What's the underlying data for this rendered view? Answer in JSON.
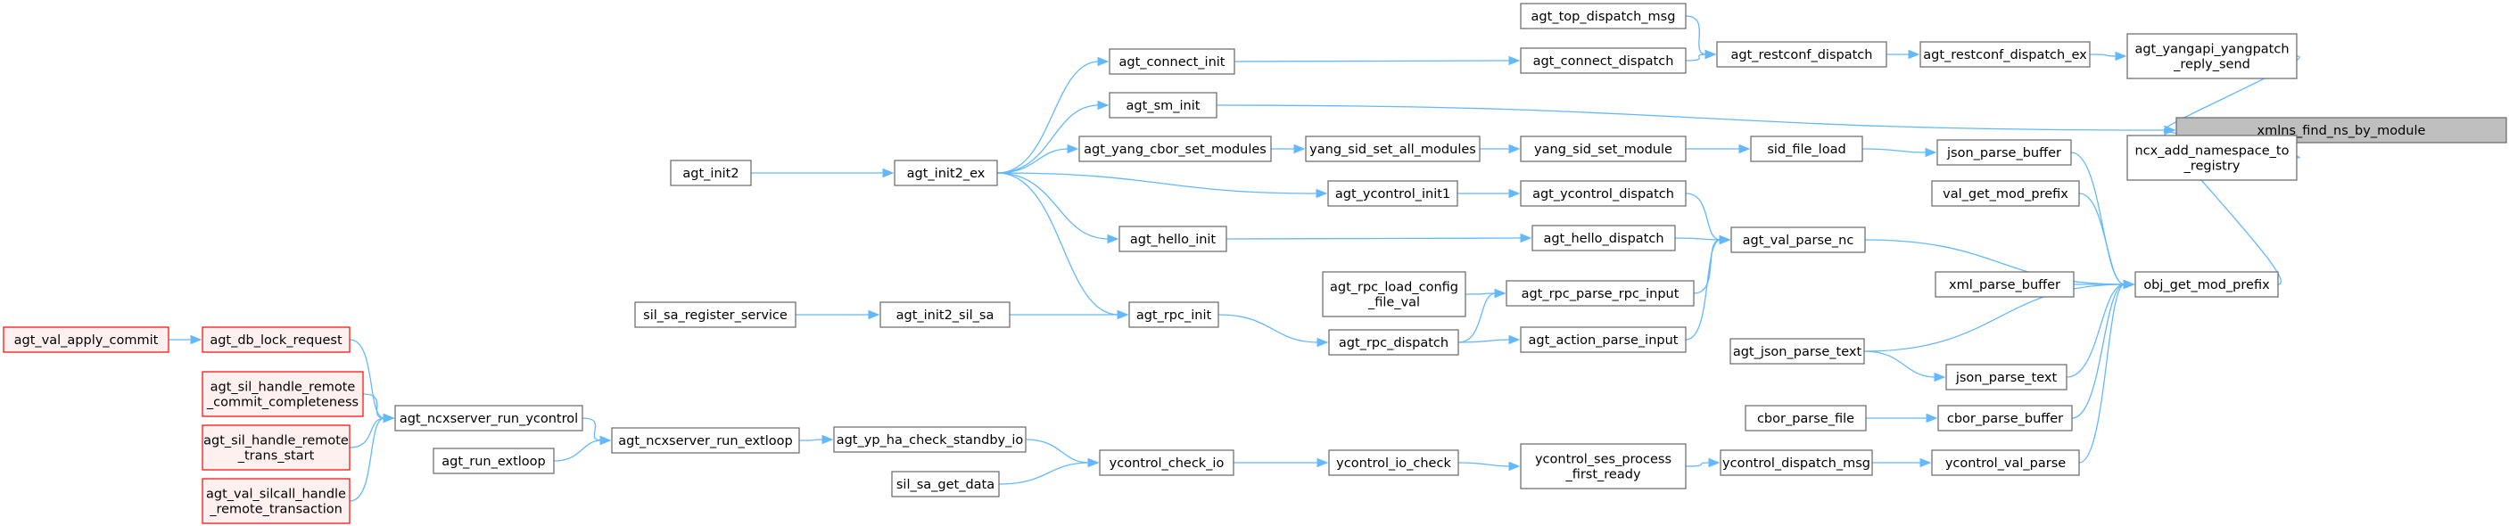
{
  "graph": {
    "root": "xmlns_find_ns_by_module",
    "nodes": {
      "xmlns_find_ns_by_module": [
        "xmlns_find_ns_by_module"
      ],
      "agt_yangapi_yangpatch_reply_send": [
        "agt_yangapi_yangpatch",
        "_reply_send"
      ],
      "ncx_add_namespace_to_registry": [
        "ncx_add_namespace_to",
        "_registry"
      ],
      "agt_restconf_dispatch_ex": [
        "agt_restconf_dispatch_ex"
      ],
      "agt_restconf_dispatch": [
        "agt_restconf_dispatch"
      ],
      "agt_top_dispatch_msg": [
        "agt_top_dispatch_msg"
      ],
      "agt_connect_dispatch": [
        "agt_connect_dispatch"
      ],
      "agt_connect_init": [
        "agt_connect_init"
      ],
      "agt_sm_init": [
        "agt_sm_init"
      ],
      "agt_yang_cbor_set_modules": [
        "agt_yang_cbor_set_modules"
      ],
      "yang_sid_set_all_modules": [
        "yang_sid_set_all_modules"
      ],
      "yang_sid_set_module": [
        "yang_sid_set_module"
      ],
      "sid_file_load": [
        "sid_file_load"
      ],
      "json_parse_buffer": [
        "json_parse_buffer"
      ],
      "agt_init2": [
        "agt_init2"
      ],
      "agt_init2_ex": [
        "agt_init2_ex"
      ],
      "agt_ycontrol_init1": [
        "agt_ycontrol_init1"
      ],
      "agt_ycontrol_dispatch": [
        "agt_ycontrol_dispatch"
      ],
      "val_get_mod_prefix": [
        "val_get_mod_prefix"
      ],
      "agt_hello_init": [
        "agt_hello_init"
      ],
      "agt_hello_dispatch": [
        "agt_hello_dispatch"
      ],
      "agt_val_parse_nc": [
        "agt_val_parse_nc"
      ],
      "agt_rpc_load_config_file_val": [
        "agt_rpc_load_config",
        "_file_val"
      ],
      "agt_rpc_parse_rpc_input": [
        "agt_rpc_parse_rpc_input"
      ],
      "xml_parse_buffer": [
        "xml_parse_buffer"
      ],
      "obj_get_mod_prefix": [
        "obj_get_mod_prefix"
      ],
      "sil_sa_register_service": [
        "sil_sa_register_service"
      ],
      "agt_init2_sil_sa": [
        "agt_init2_sil_sa"
      ],
      "agt_rpc_init": [
        "agt_rpc_init"
      ],
      "agt_action_parse_input": [
        "agt_action_parse_input"
      ],
      "agt_rpc_dispatch": [
        "agt_rpc_dispatch"
      ],
      "agt_json_parse_text": [
        "agt_json_parse_text"
      ],
      "agt_val_apply_commit": [
        "agt_val_apply_commit"
      ],
      "agt_db_lock_request": [
        "agt_db_lock_request"
      ],
      "json_parse_text": [
        "json_parse_text"
      ],
      "agt_sil_handle_remote_commit_completeness": [
        "agt_sil_handle_remote",
        "_commit_completeness"
      ],
      "agt_ncxserver_run_ycontrol": [
        "agt_ncxserver_run_ycontrol"
      ],
      "cbor_parse_file": [
        "cbor_parse_file"
      ],
      "cbor_parse_buffer": [
        "cbor_parse_buffer"
      ],
      "agt_sil_handle_remote_trans_start": [
        "agt_sil_handle_remote",
        "_trans_start"
      ],
      "agt_ncxserver_run_extloop": [
        "agt_ncxserver_run_extloop"
      ],
      "agt_yp_ha_check_standby_io": [
        "agt_yp_ha_check_standby_io"
      ],
      "agt_run_extloop": [
        "agt_run_extloop"
      ],
      "ycontrol_ses_process_first_ready": [
        "ycontrol_ses_process",
        "_first_ready"
      ],
      "ycontrol_check_io": [
        "ycontrol_check_io"
      ],
      "ycontrol_io_check": [
        "ycontrol_io_check"
      ],
      "ycontrol_dispatch_msg": [
        "ycontrol_dispatch_msg"
      ],
      "ycontrol_val_parse": [
        "ycontrol_val_parse"
      ],
      "sil_sa_get_data": [
        "sil_sa_get_data"
      ],
      "agt_val_silcall_handle_remote_transaction": [
        "agt_val_silcall_handle",
        "_remote_transaction"
      ]
    },
    "red_nodes": [
      "agt_val_apply_commit",
      "agt_db_lock_request",
      "agt_sil_handle_remote_commit_completeness",
      "agt_sil_handle_remote_trans_start",
      "agt_val_silcall_handle_remote_transaction"
    ],
    "edges": [
      [
        "agt_yangapi_yangpatch_reply_send",
        "xmlns_find_ns_by_module"
      ],
      [
        "ncx_add_namespace_to_registry",
        "xmlns_find_ns_by_module"
      ],
      [
        "agt_sm_init",
        "xmlns_find_ns_by_module"
      ],
      [
        "obj_get_mod_prefix",
        "xmlns_find_ns_by_module"
      ],
      [
        "agt_restconf_dispatch_ex",
        "agt_yangapi_yangpatch_reply_send"
      ],
      [
        "agt_restconf_dispatch",
        "agt_restconf_dispatch_ex"
      ],
      [
        "agt_top_dispatch_msg",
        "agt_restconf_dispatch"
      ],
      [
        "agt_connect_dispatch",
        "agt_restconf_dispatch"
      ],
      [
        "agt_connect_init",
        "agt_connect_dispatch"
      ],
      [
        "agt_init2_ex",
        "agt_connect_init"
      ],
      [
        "agt_init2_ex",
        "agt_sm_init"
      ],
      [
        "agt_init2_ex",
        "agt_yang_cbor_set_modules"
      ],
      [
        "agt_init2_ex",
        "agt_ycontrol_init1"
      ],
      [
        "agt_init2_ex",
        "agt_hello_init"
      ],
      [
        "agt_init2_ex",
        "agt_rpc_init"
      ],
      [
        "agt_init2",
        "agt_init2_ex"
      ],
      [
        "agt_yang_cbor_set_modules",
        "yang_sid_set_all_modules"
      ],
      [
        "yang_sid_set_all_modules",
        "yang_sid_set_module"
      ],
      [
        "yang_sid_set_module",
        "sid_file_load"
      ],
      [
        "sid_file_load",
        "json_parse_buffer"
      ],
      [
        "json_parse_buffer",
        "obj_get_mod_prefix"
      ],
      [
        "val_get_mod_prefix",
        "obj_get_mod_prefix"
      ],
      [
        "agt_val_parse_nc",
        "obj_get_mod_prefix"
      ],
      [
        "xml_parse_buffer",
        "obj_get_mod_prefix"
      ],
      [
        "agt_json_parse_text",
        "obj_get_mod_prefix"
      ],
      [
        "json_parse_text",
        "obj_get_mod_prefix"
      ],
      [
        "cbor_parse_buffer",
        "obj_get_mod_prefix"
      ],
      [
        "ycontrol_val_parse",
        "obj_get_mod_prefix"
      ],
      [
        "agt_ycontrol_init1",
        "agt_ycontrol_dispatch"
      ],
      [
        "agt_ycontrol_dispatch",
        "agt_val_parse_nc"
      ],
      [
        "agt_hello_init",
        "agt_hello_dispatch"
      ],
      [
        "agt_hello_dispatch",
        "agt_val_parse_nc"
      ],
      [
        "agt_rpc_parse_rpc_input",
        "agt_val_parse_nc"
      ],
      [
        "agt_action_parse_input",
        "agt_val_parse_nc"
      ],
      [
        "agt_rpc_load_config_file_val",
        "agt_rpc_parse_rpc_input"
      ],
      [
        "agt_rpc_dispatch",
        "agt_rpc_parse_rpc_input"
      ],
      [
        "agt_rpc_dispatch",
        "agt_action_parse_input"
      ],
      [
        "agt_rpc_init",
        "agt_rpc_dispatch"
      ],
      [
        "agt_init2_sil_sa",
        "agt_rpc_init"
      ],
      [
        "sil_sa_register_service",
        "agt_init2_sil_sa"
      ],
      [
        "agt_json_parse_text",
        "json_parse_text"
      ],
      [
        "cbor_parse_file",
        "cbor_parse_buffer"
      ],
      [
        "ycontrol_dispatch_msg",
        "ycontrol_val_parse"
      ],
      [
        "ycontrol_ses_process_first_ready",
        "ycontrol_dispatch_msg"
      ],
      [
        "ycontrol_io_check",
        "ycontrol_ses_process_first_ready"
      ],
      [
        "ycontrol_check_io",
        "ycontrol_io_check"
      ],
      [
        "agt_yp_ha_check_standby_io",
        "ycontrol_check_io"
      ],
      [
        "sil_sa_get_data",
        "ycontrol_check_io"
      ],
      [
        "agt_ncxserver_run_extloop",
        "agt_yp_ha_check_standby_io"
      ],
      [
        "agt_ncxserver_run_ycontrol",
        "agt_ncxserver_run_extloop"
      ],
      [
        "agt_run_extloop",
        "agt_ncxserver_run_extloop"
      ],
      [
        "agt_db_lock_request",
        "agt_ncxserver_run_ycontrol"
      ],
      [
        "agt_sil_handle_remote_commit_completeness",
        "agt_ncxserver_run_ycontrol"
      ],
      [
        "agt_sil_handle_remote_trans_start",
        "agt_ncxserver_run_ycontrol"
      ],
      [
        "agt_val_silcall_handle_remote_transaction",
        "agt_ncxserver_run_ycontrol"
      ],
      [
        "agt_val_apply_commit",
        "agt_db_lock_request"
      ]
    ]
  }
}
